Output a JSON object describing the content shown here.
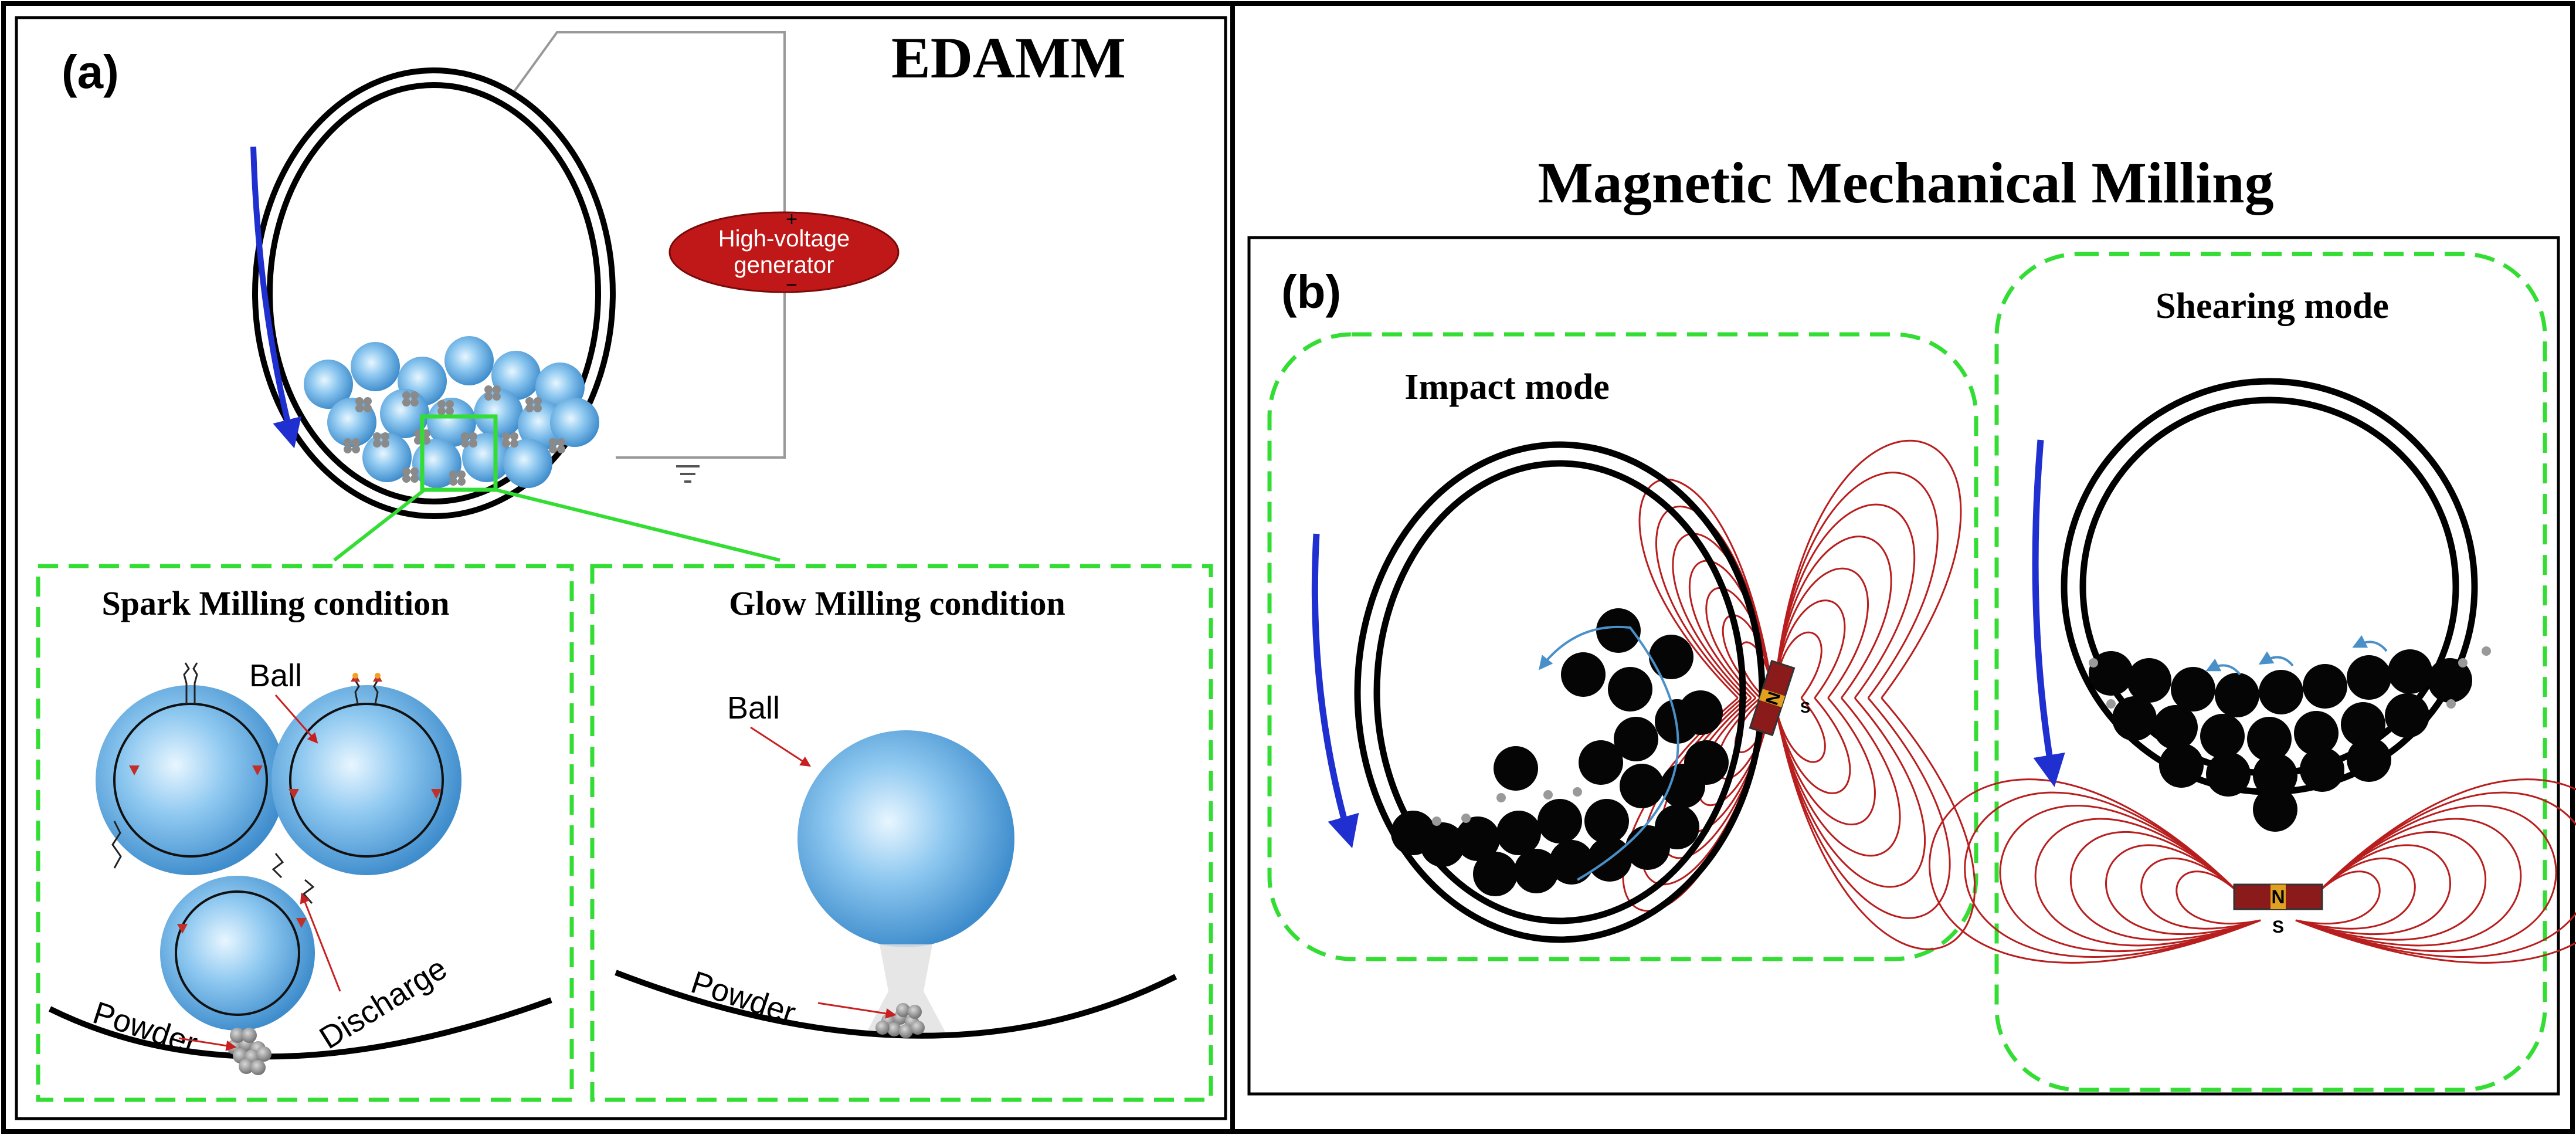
{
  "panel_a": {
    "label": "(a)",
    "title": "EDAMM",
    "generator": {
      "line1": "High-voltage",
      "line2": "generator",
      "plus": "+",
      "minus": "−"
    },
    "spark": {
      "title": "Spark Milling condition",
      "ball": "Ball",
      "discharge": "Discharge",
      "powder": "Powder"
    },
    "glow": {
      "title": "Glow Milling condition",
      "ball": "Ball",
      "powder": "Powder"
    }
  },
  "panel_b": {
    "heading": "Magnetic Mechanical Milling",
    "label": "(b)",
    "impact": {
      "title": "Impact mode",
      "magnet_n": "N",
      "magnet_s": "S"
    },
    "shearing": {
      "title": "Shearing mode",
      "magnet_n": "N",
      "magnet_s": "S"
    }
  },
  "colors": {
    "frame": "#000000",
    "dash_green": "#33dd33",
    "rotation_arrow": "#1f2fd0",
    "ball_blue": "#5fa8e0",
    "generator_red": "#c01818",
    "field_line": "#b81e1e",
    "magnet": "#8b1a1a"
  }
}
